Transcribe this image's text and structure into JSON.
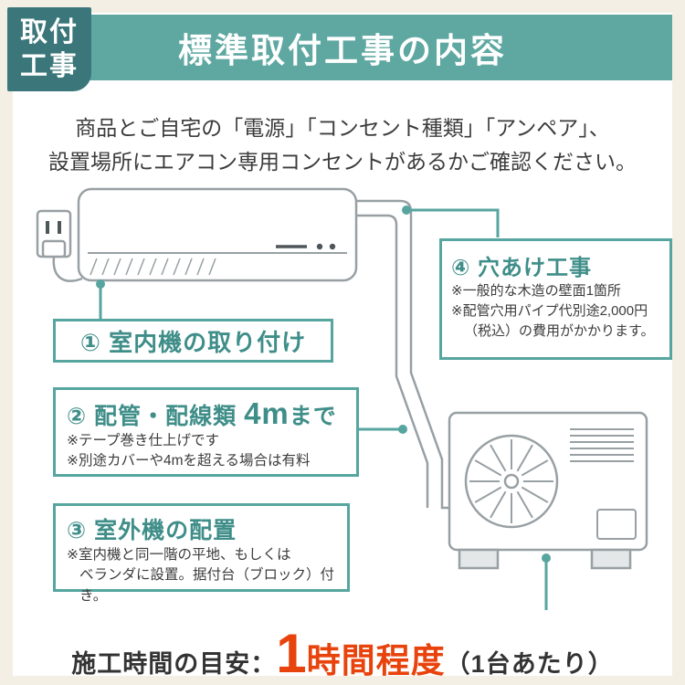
{
  "badge": {
    "line1": "取付",
    "line2": "工事"
  },
  "header": {
    "title": "標準取付工事の内容"
  },
  "intro": {
    "line1": "商品とご自宅の「電源」「コンセント種類」「アンペア」、",
    "line2": "設置場所にエアコン専用コンセントがあるかご確認ください。"
  },
  "labels": {
    "box1": {
      "title": "① 室内機の取り付け"
    },
    "box2": {
      "title_main": "② 配管・配線類 ",
      "title_big": "4m",
      "title_tail": "まで",
      "note1": "※テープ巻き仕上げです",
      "note2": "※別途カバーや4mを超える場合は有料"
    },
    "box3": {
      "title": "③ 室外機の配置",
      "note1": "※室内機と同一階の平地、もしくは",
      "note2": "ベランダに設置。据付台（ブロック）付き。"
    },
    "box4": {
      "title": "④ 穴あけ工事",
      "note1": "※一般的な木造の壁面1箇所",
      "note2": "※配管穴用パイプ代別途2,000円",
      "note3": "（税込）の費用がかかります。"
    }
  },
  "footer": {
    "prefix": "施工時間の目安：",
    "big_number": "1",
    "unit": "時間程度",
    "suffix": "（1台あたり）"
  },
  "diagram": {
    "parts": [
      "power-outlet",
      "indoor-unit",
      "refrigerant-pipes",
      "outdoor-unit",
      "outdoor-fan"
    ]
  },
  "colors": {
    "banner_teal": "#5fa8a2",
    "badge_teal": "#3a767a",
    "box_border_teal": "#57a59f",
    "title_teal": "#3f8e89",
    "accent_red": "#e8430d",
    "appliance_gray": "#98a0a4",
    "text_dark": "#3c3c3c",
    "background_cream": "#f3efe4"
  }
}
